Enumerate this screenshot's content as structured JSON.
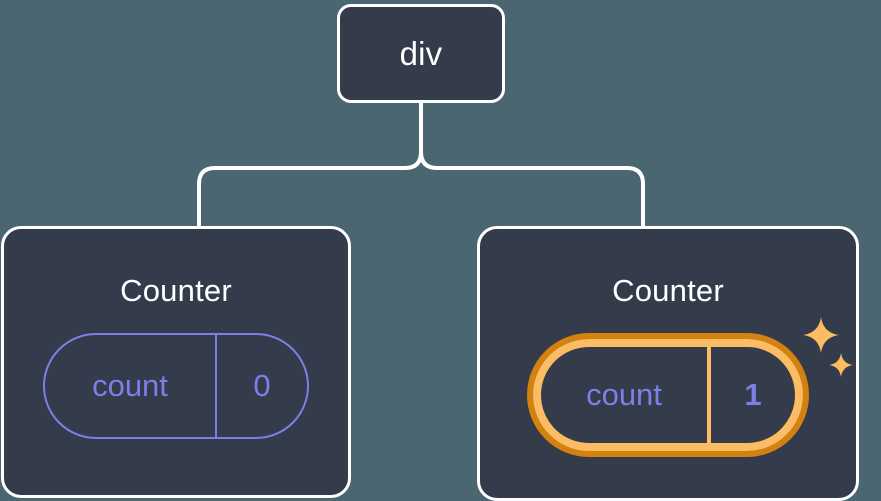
{
  "diagram": {
    "title": "react-component-tree-state-highlight",
    "background_color": "#4a6670",
    "node_fill_color": "#343b4a",
    "node_border_color": "#ffffff",
    "connector_color": "#ffffff",
    "state_color": "#7b7fe8",
    "highlight_outer_color": "#d4820f",
    "highlight_inner_color": "#fbbc63"
  },
  "root": {
    "label": "div"
  },
  "children": [
    {
      "label": "Counter",
      "state": {
        "key": "count",
        "value": "0",
        "highlighted": "false"
      }
    },
    {
      "label": "Counter",
      "state": {
        "key": "count",
        "value": "1",
        "highlighted": "true"
      },
      "sparkle_large": "sparkle-four-point-large",
      "sparkle_small": "sparkle-four-point-small"
    }
  ]
}
